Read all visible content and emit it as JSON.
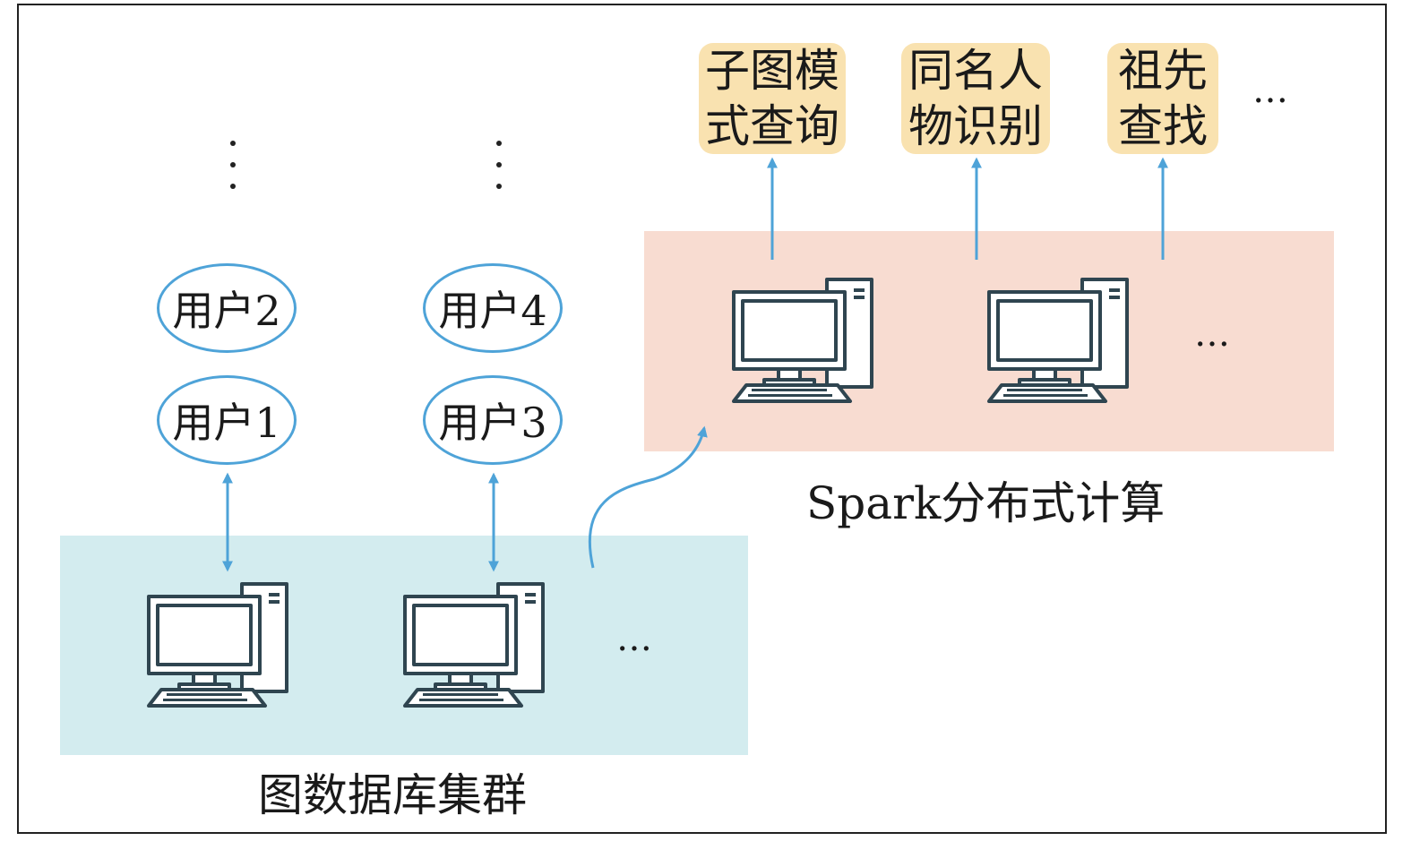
{
  "graph_db_cluster": {
    "label": "图数据库集群",
    "more": "…"
  },
  "spark_cluster": {
    "label": "Spark分布式计算",
    "more": "…"
  },
  "users": [
    {
      "label": "用户2"
    },
    {
      "label": "用户1"
    },
    {
      "label": "用户4"
    },
    {
      "label": "用户3"
    }
  ],
  "tasks": [
    {
      "line1": "子图模",
      "line2": "式查询"
    },
    {
      "line1": "同名人",
      "line2": "物识别"
    },
    {
      "line1": "祖先",
      "line2": "查找"
    }
  ],
  "tasks_more": "…",
  "colors": {
    "arrow": "#4ea3d8",
    "db_cluster_bg": "#d3ecef",
    "spark_cluster_bg": "#f8dcd1",
    "task_bg": "#f9e2b0",
    "computer_stroke": "#2f4550"
  }
}
